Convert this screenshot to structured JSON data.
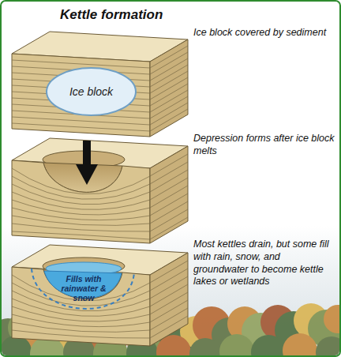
{
  "diagram": {
    "title": "Kettle formation",
    "nodes": [
      {
        "text": [
          "Ice block"
        ]
      },
      {
        "text": [
          "Fills with rainwater & snow"
        ]
      }
    ],
    "labels": [
      "Ice block covered by sediment",
      "Depression forms after ice block melts",
      "Most kettles drain, but some fill with rain, snow, and groundwater to become kettle lakes or wetlands"
    ]
  }
}
